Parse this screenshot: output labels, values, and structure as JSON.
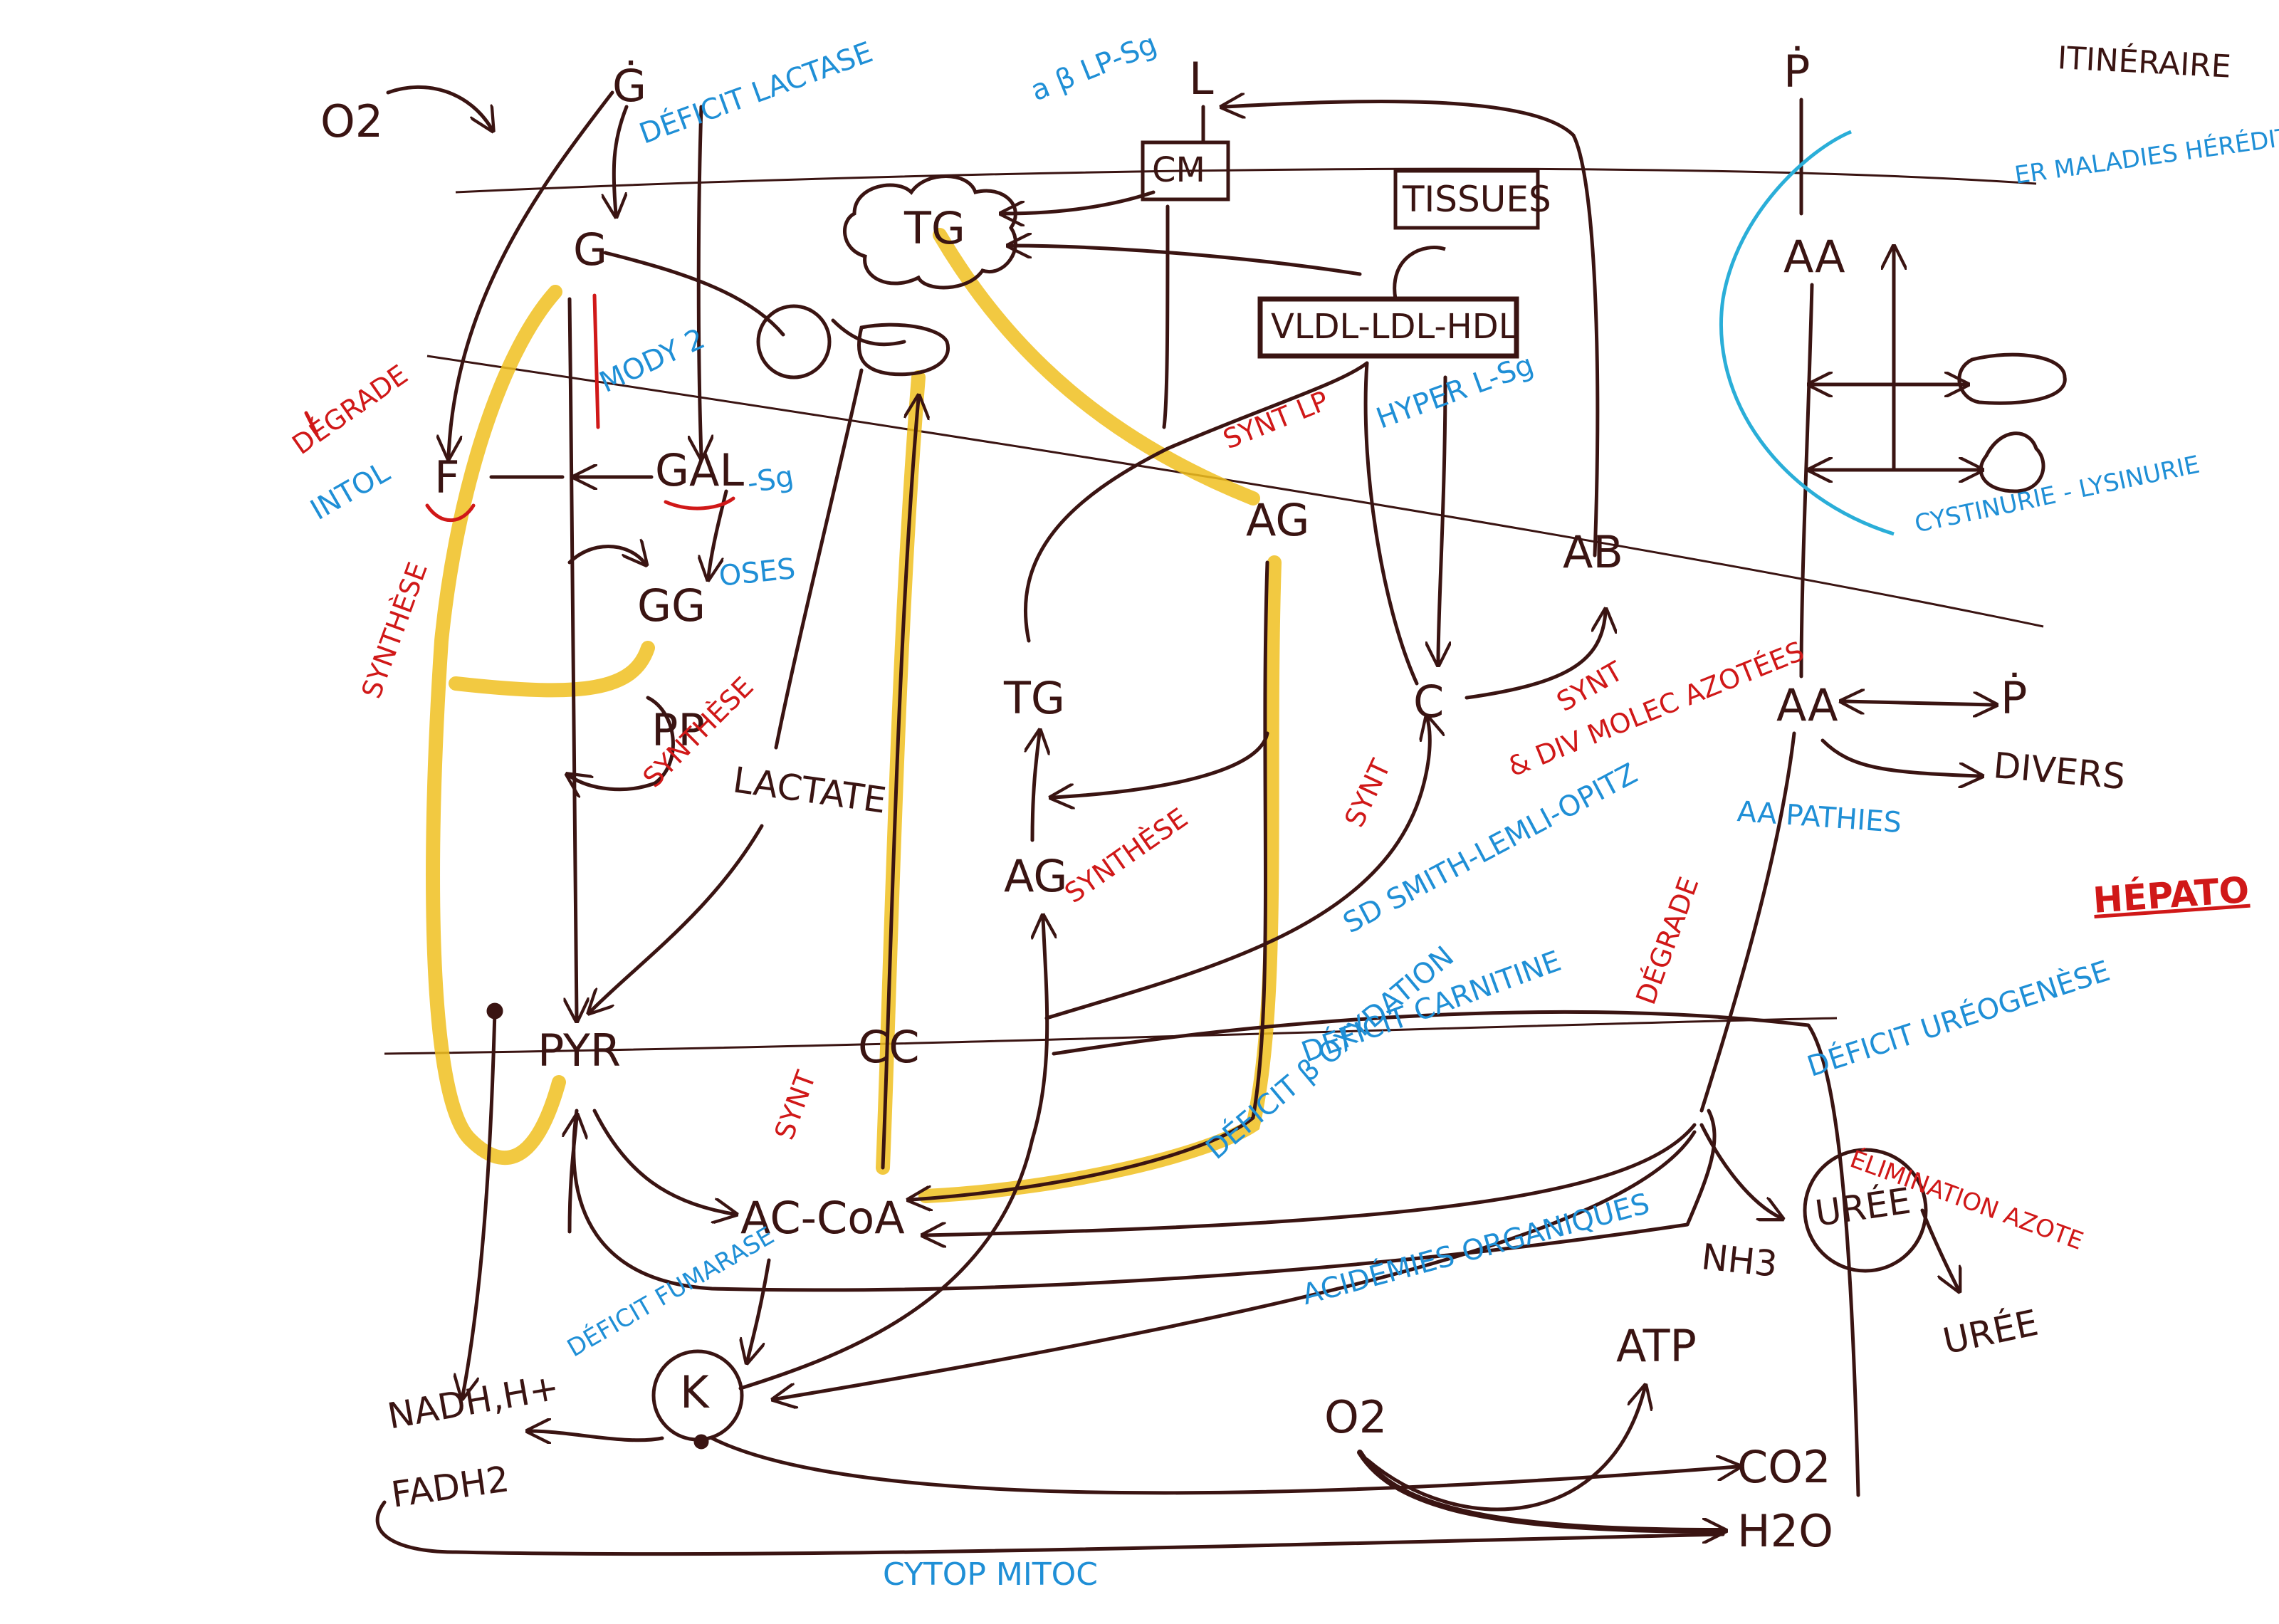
{
  "nodes": {
    "g_top": "Ġ",
    "g": "G",
    "f": "F",
    "gal": "GAL",
    "gg": "GG",
    "pp": "PP",
    "pyr": "PYR",
    "cc": "CC",
    "ac_coa": "AC-CoA",
    "k": "K",
    "nadh": "NADH,H+",
    "fadh2": "FADH2",
    "o2_right": "O2",
    "atp": "ATP",
    "co2": "CO2",
    "h2o": "H2O",
    "ag_mid": "AG",
    "tg_mid": "TG",
    "ag_low": "AG",
    "tg_cloud": "TG",
    "cm": "CM",
    "l_top": "L",
    "tissues": "TISSUES",
    "lipoproteins": "VLDL-LDL-HDL",
    "c": "C",
    "ab": "AB",
    "p_top": "Ṗ",
    "aa_top": "AA",
    "aa_mid": "AA",
    "p_right": "Ṗ",
    "divers": "DIVERS",
    "nh3": "NH3",
    "uree": "URÉE",
    "uree_out": "URÉE",
    "lactate": "LACTATE",
    "o2_top": "O2"
  },
  "header": {
    "itineraire": "ITINÉRAIRE",
    "hepato": "HÉPATO"
  },
  "blue_notes": {
    "deficit_lactase": "DÉFICIT LACTASE",
    "abetalp": "a β LP-Sg",
    "intol": "INTOL",
    "mody2": "MODY 2",
    "gal_sg": "-Sg",
    "gg_oses": "OSES",
    "hyper_lsg": "HYPER L-Sg",
    "em": "ER MALADIES HÉRÉDITAIRES MÉTABOLISME",
    "cystinurie": "CYSTINURIE - LYSINURIE",
    "aa_pathies": "AA PATHIES",
    "sd_smith": "SD SMITH-LEMLI-OPITZ",
    "deficit_carnitine": "DÉFICIT CARNITINE",
    "deficit_b_oxydation": "DÉFICIT β OXYDATION",
    "deficit_fumarase": "DÉFICIT FUMARASE",
    "acidemies": "ACIDÉMIES ORGANIQUES",
    "deficit_ureogenese": "DÉFICIT URÉOGENÈSE",
    "cytop_mitoc": "CYTOP MITOC"
  },
  "red_notes": {
    "degrade": "DÉGRADE",
    "synthese_left": "SYNTHÈSE",
    "synthese_pp": "SYNTHÈSE",
    "synt_lp": "SYNT LP",
    "synthese_ag": "SYNTHÈSE",
    "synt_c": "SYNT",
    "synt_ab": "SYNT",
    "div_molec": "& DIV MOLEC AZOTÉES",
    "degrade_aa": "DÉGRADE",
    "synt_cc": "SYNT",
    "elimination": "ÉLIMINATION AZOTE"
  },
  "colors": {
    "ink": "#3a1412",
    "blue": "#1f8fd6",
    "red": "#d01818",
    "yellow": "#f0c020",
    "cyan": "#2aaed8"
  }
}
